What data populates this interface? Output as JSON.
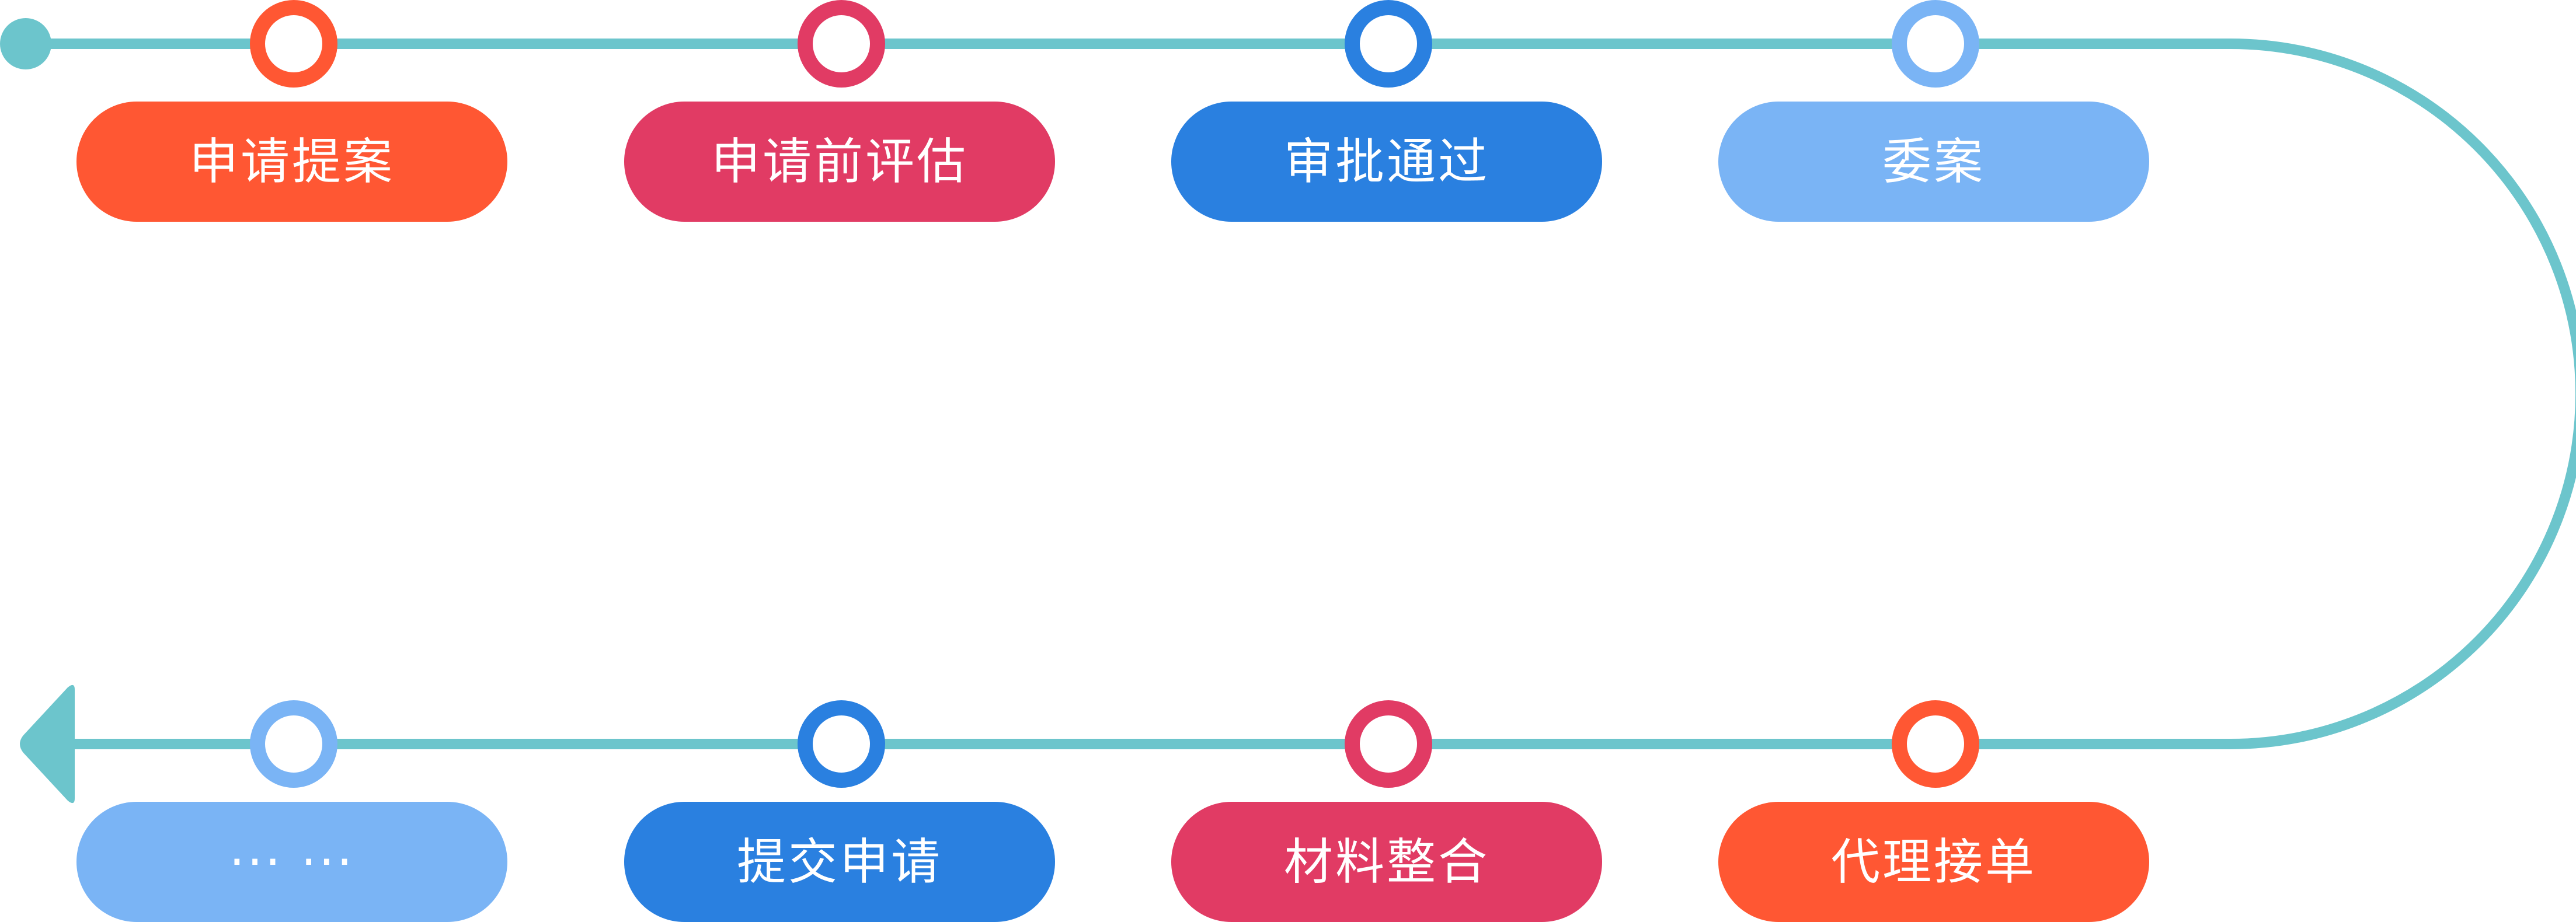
{
  "colors": {
    "track": "#6CC5CC",
    "orange": "#FF5733",
    "crimson": "#E13B64",
    "blue": "#2A80E0",
    "light_blue": "#7AB4F5",
    "label_text": "#FFFFFF"
  },
  "flow": {
    "top_row": [
      {
        "label": "申请提案",
        "color": "#FF5733"
      },
      {
        "label": "申请前评估",
        "color": "#E13B64"
      },
      {
        "label": "审批通过",
        "color": "#2A80E0"
      },
      {
        "label": "委案",
        "color": "#7AB4F5"
      }
    ],
    "bottom_row": [
      {
        "label": "代理接单",
        "color": "#FF5733"
      },
      {
        "label": "材料整合",
        "color": "#E13B64"
      },
      {
        "label": "提交申请",
        "color": "#2A80E0"
      },
      {
        "label": "··· ···",
        "color": "#7AB4F5"
      }
    ],
    "start_marker": "start-dot-icon",
    "end_marker": "arrow-left-icon"
  }
}
